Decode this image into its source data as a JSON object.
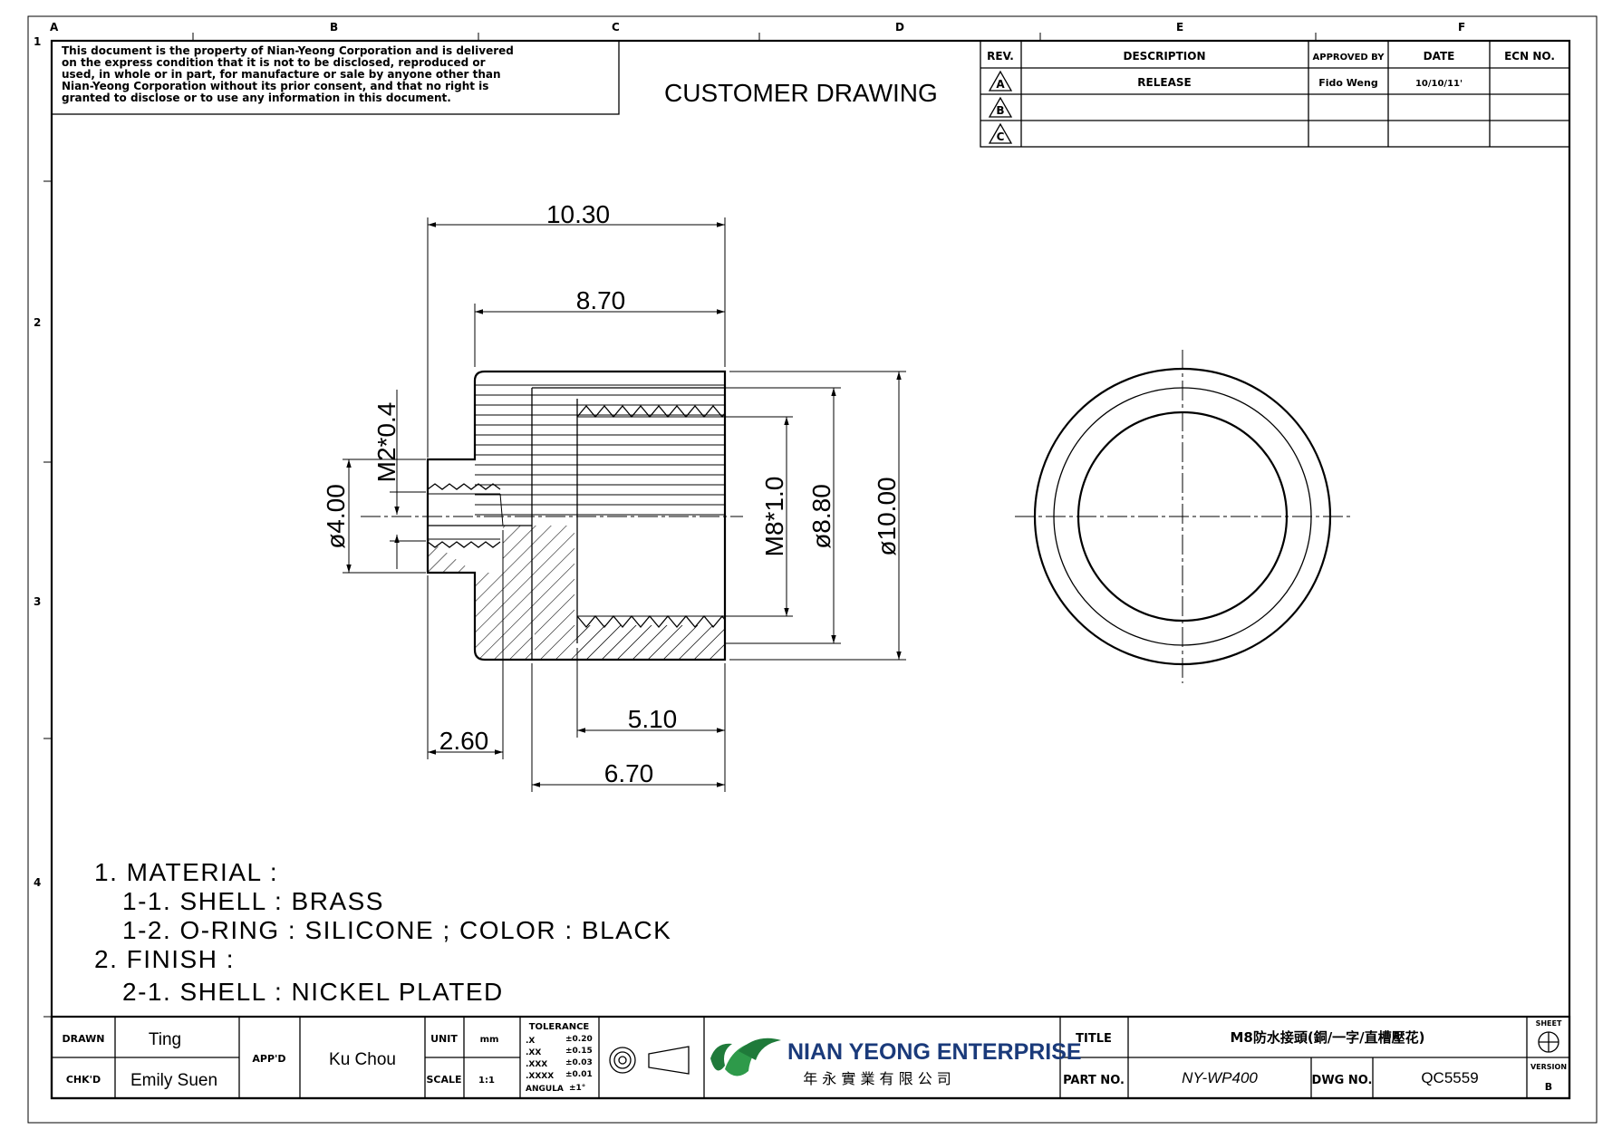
{
  "notice": {
    "lines": [
      "This document is the property of Nian-Yeong Corporation and is delivered",
      "on the express condition that it is not to be disclosed, reproduced or",
      "used, in whole or in part, for manufacture or sale by anyone other than",
      "Nian-Yeong Corporation without its prior consent, and that no right is",
      "granted to disclose or to use any information in this document."
    ]
  },
  "heading": "CUSTOMER DRAWING",
  "zones": {
    "columns": [
      "A",
      "B",
      "C",
      "D",
      "E",
      "F"
    ],
    "rows": [
      "1",
      "2",
      "3",
      "4"
    ]
  },
  "revision_table": {
    "headers": [
      "REV.",
      "DESCRIPTION",
      "APPROVED BY",
      "DATE",
      "ECN NO."
    ],
    "rows": [
      {
        "rev": "A",
        "description": "RELEASE",
        "approved_by": "Fido Weng",
        "date": "10/10/11'",
        "ecn": ""
      },
      {
        "rev": "B",
        "description": "",
        "approved_by": "",
        "date": "",
        "ecn": ""
      },
      {
        "rev": "C",
        "description": "",
        "approved_by": "",
        "date": "",
        "ecn": ""
      }
    ]
  },
  "dimensions": {
    "overall_length": "10.30",
    "body_length": "8.70",
    "thread_small": "M2*0.4",
    "small_dia": "ø4.00",
    "thread_large": "M8*1.0",
    "inner_dia": "ø8.80",
    "outer_dia": "ø10.00",
    "shoulder": "2.60",
    "thread_depth": "5.10",
    "bore_depth": "6.70"
  },
  "notes": [
    "1. MATERIAL :",
    "1-1. SHELL : BRASS",
    "1-2. O-RING : SILICONE ; COLOR : BLACK",
    "2. FINISH :",
    "2-1. SHELL : NICKEL PLATED"
  ],
  "title_block": {
    "drawn_label": "DRAWN",
    "drawn": "Ting",
    "checked_label": "CHK'D",
    "checked": "Emily Suen",
    "approved_label": "APP'D",
    "approved": "Ku Chou",
    "unit_label": "UNIT",
    "unit": "mm",
    "scale_label": "SCALE",
    "scale": "1:1",
    "tolerance_title": "TOLERANCE",
    "tolerances": [
      {
        "label": ".X",
        "value": "±0.20"
      },
      {
        "label": ".XX",
        "value": "±0.15"
      },
      {
        "label": ".XXX",
        "value": "±0.03"
      },
      {
        "label": ".XXXX",
        "value": "±0.01"
      },
      {
        "label": "ANGULA",
        "value": "±1°"
      }
    ],
    "company": "NIAN YEONG ENTERPRISE",
    "company_cn": "年 永 實 業 有 限 公 司",
    "title_label": "TITLE",
    "title": "M8防水接頭(銅/一字/直槽壓花)",
    "part_label": "PART NO.",
    "part_no": "NY-WP400",
    "dwg_label": "DWG NO.",
    "dwg_no": "QC5559",
    "sheet_label": "SHEET",
    "version_label": "VERSION",
    "version": "B"
  }
}
